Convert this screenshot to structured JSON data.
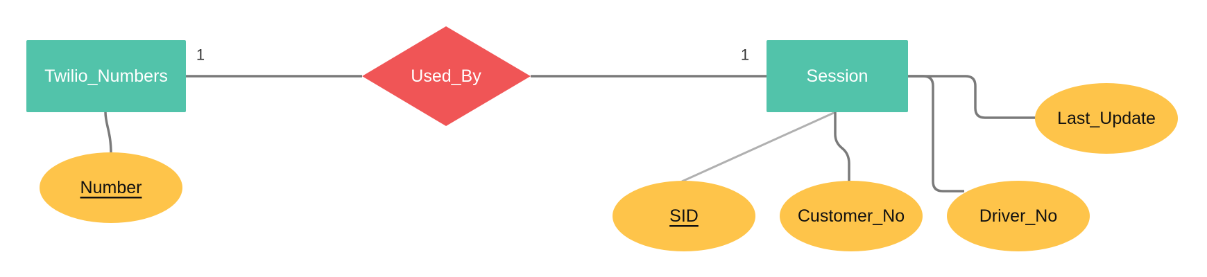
{
  "entities": {
    "twilio_numbers": {
      "label": "Twilio_Numbers"
    },
    "session": {
      "label": "Session"
    }
  },
  "relationship": {
    "label": "Used_By"
  },
  "attributes": {
    "number": {
      "label": "Number",
      "is_key": true
    },
    "sid": {
      "label": "SID",
      "is_key": true
    },
    "customer_no": {
      "label": "Customer_No",
      "is_key": false
    },
    "driver_no": {
      "label": "Driver_No",
      "is_key": false
    },
    "last_update": {
      "label": "Last_Update",
      "is_key": false
    }
  },
  "cardinalities": {
    "twilio_numbers_side": "1",
    "session_side": "1"
  },
  "colors": {
    "entity": "#52c3aa",
    "relationship": "#f05556",
    "attribute": "#fec44a",
    "connector": "#7a7a7a"
  }
}
